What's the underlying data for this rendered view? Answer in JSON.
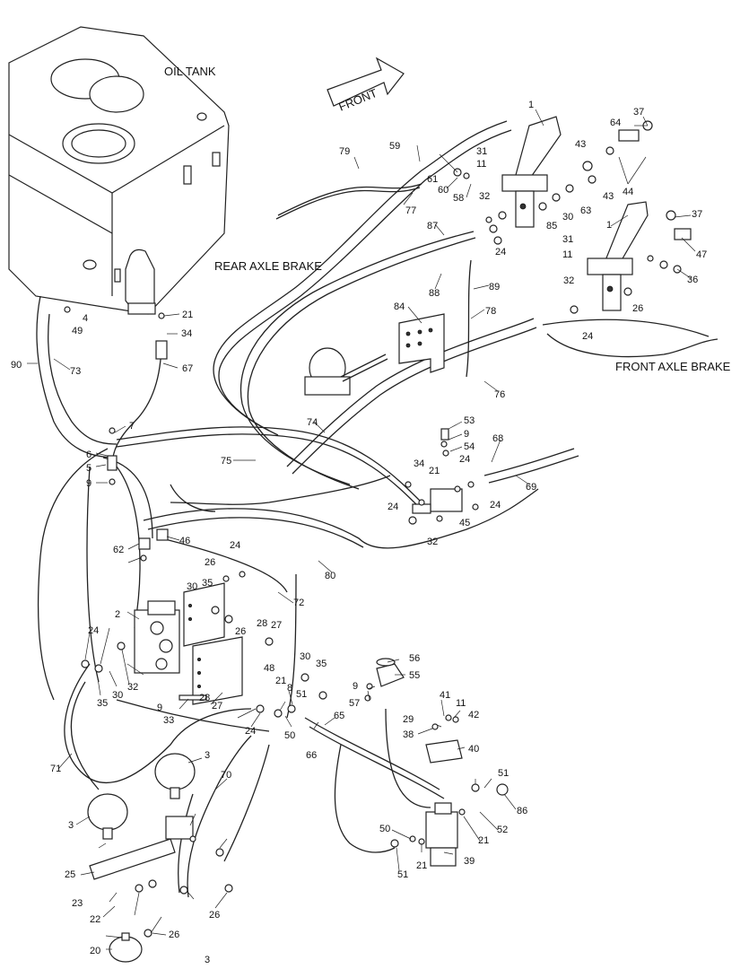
{
  "captions": {
    "oil_tank": "OIL TANK",
    "front": "FRONT",
    "rear_axle_brake": "REAR AXLE BRAKE",
    "front_axle_brake": "FRONT AXLE BRAKE"
  },
  "callouts": {
    "c1a": "1",
    "c1b": "1",
    "c2": "2",
    "c3a": "3",
    "c3b": "3",
    "c3c": "3",
    "c4": "4",
    "c5": "5",
    "c6": "6",
    "c7": "7",
    "c8": "8",
    "c9a": "9",
    "c9b": "9",
    "c9c": "9",
    "c9d": "9",
    "c11a": "11",
    "c11b": "11",
    "c11c": "11",
    "c20": "20",
    "c21a": "21",
    "c21b": "21",
    "c21c": "21",
    "c21d": "21",
    "c21e": "21",
    "c22": "22",
    "c23": "23",
    "c24a": "24",
    "c24b": "24",
    "c24c": "24",
    "c24d": "24",
    "c24e": "24",
    "c24f": "24",
    "c24g": "24",
    "c24h": "24",
    "c25": "25",
    "c26a": "26",
    "c26b": "26",
    "c26c": "26",
    "c26d": "26",
    "c26e": "26",
    "c27a": "27",
    "c27b": "27",
    "c28a": "28",
    "c28b": "28",
    "c29": "29",
    "c30a": "30",
    "c30b": "30",
    "c30c": "30",
    "c30d": "30",
    "c31a": "31",
    "c31b": "31",
    "c32a": "32",
    "c32b": "32",
    "c32c": "32",
    "c32d": "32",
    "c33": "33",
    "c34a": "34",
    "c34b": "34",
    "c35a": "35",
    "c35b": "35",
    "c35c": "35",
    "c36": "36",
    "c37a": "37",
    "c37b": "37",
    "c38": "38",
    "c39": "39",
    "c40": "40",
    "c41": "41",
    "c42": "42",
    "c43a": "43",
    "c43b": "43",
    "c44": "44",
    "c45": "45",
    "c46": "46",
    "c47": "47",
    "c48": "48",
    "c49": "49",
    "c50a": "50",
    "c50b": "50",
    "c51a": "51",
    "c51b": "51",
    "c51c": "51",
    "c52": "52",
    "c53": "53",
    "c54": "54",
    "c55": "55",
    "c56": "56",
    "c57": "57",
    "c58": "58",
    "c59": "59",
    "c60": "60",
    "c61": "61",
    "c62": "62",
    "c63": "63",
    "c64": "64",
    "c65": "65",
    "c66": "66",
    "c67": "67",
    "c68": "68",
    "c69": "69",
    "c70": "70",
    "c71": "71",
    "c72": "72",
    "c73": "73",
    "c74": "74",
    "c75": "75",
    "c76": "76",
    "c77": "77",
    "c78": "78",
    "c79": "79",
    "c80": "80",
    "c84": "84",
    "c85": "85",
    "c86": "86",
    "c87": "87",
    "c88": "88",
    "c89": "89",
    "c90": "90"
  }
}
